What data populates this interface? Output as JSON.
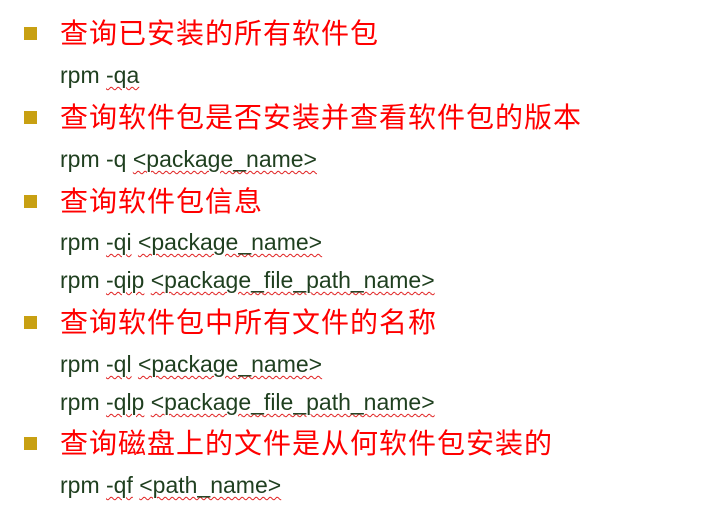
{
  "colors": {
    "bullet": "#c8a012",
    "heading": "#ff0000",
    "command": "#1f3f1f",
    "spellcheck": "#e02020"
  },
  "sections": [
    {
      "heading": "查询已安装的所有软件包",
      "commands": [
        {
          "prefix": "rpm ",
          "flag": "-qa",
          "arg": ""
        }
      ]
    },
    {
      "heading": "查询软件包是否安装并查看软件包的版本",
      "commands": [
        {
          "prefix": "rpm ",
          "flag": "-q",
          "arg": "<package_name>"
        }
      ]
    },
    {
      "heading": "查询软件包信息",
      "commands": [
        {
          "prefix": "rpm ",
          "flag": "-qi",
          "arg": "<package_name>"
        },
        {
          "prefix": "rpm ",
          "flag": "-qip",
          "arg": "<package_file_path_name>"
        }
      ]
    },
    {
      "heading": "查询软件包中所有文件的名称",
      "commands": [
        {
          "prefix": "rpm ",
          "flag": "-ql",
          "arg": "<package_name>"
        },
        {
          "prefix": "rpm ",
          "flag": "-qlp",
          "arg": "<package_file_path_name>"
        }
      ]
    },
    {
      "heading": "查询磁盘上的文件是从何软件包安装的",
      "commands": [
        {
          "prefix": "rpm ",
          "flag": "-qf",
          "arg": "<path_name>"
        }
      ]
    }
  ]
}
